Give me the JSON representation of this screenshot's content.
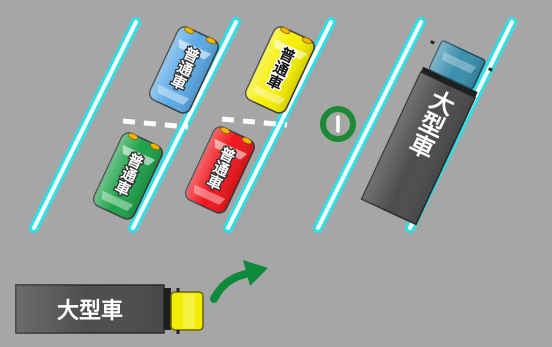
{
  "scene": {
    "background": "#a6a6a6",
    "line_glow": "#2fdfe6",
    "line_core": "#ffffff"
  },
  "regular_car_label": "普通車",
  "cars": [
    {
      "name": "car-blue",
      "color": "#5aa9e6",
      "label": "普通車"
    },
    {
      "name": "car-yellow",
      "color": "#f6ef00",
      "label": "普通車"
    },
    {
      "name": "car-green",
      "color": "#1ea24a",
      "label": "普通車"
    },
    {
      "name": "car-red",
      "color": "#f0151a",
      "label": "普通車"
    }
  ],
  "parked_truck": {
    "label": "大型車",
    "cab_color": "#3a8fae",
    "body_color": "#4d4d4d"
  },
  "moving_truck": {
    "label": "大型車",
    "cab_color": "#f1ec00",
    "body_color": "#4d4d4d"
  },
  "turn_arrow": {
    "color": "#0e8a3c"
  },
  "no_parking_sign": {
    "color": "#1c8a34"
  }
}
